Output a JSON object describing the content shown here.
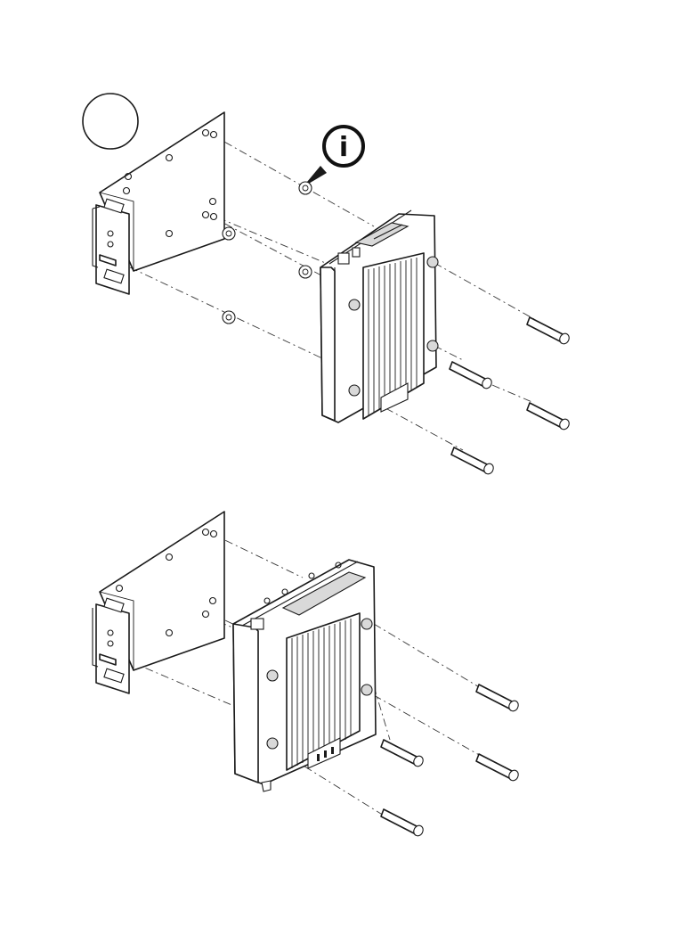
{
  "diagram": {
    "step_badge_text": "",
    "info_symbol": "i",
    "panels": [
      {
        "id": "top",
        "screws": 4,
        "washers": 4
      },
      {
        "id": "bottom",
        "screws": 4,
        "washers": 0
      }
    ],
    "colors": {
      "line": "#1a1a1a",
      "background": "#ffffff",
      "fill_gray": "#d9d9d9"
    }
  }
}
